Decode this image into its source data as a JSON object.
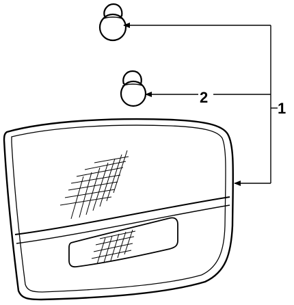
{
  "diagram": {
    "callouts": [
      {
        "id": "callout-1",
        "label": "1"
      },
      {
        "id": "callout-2",
        "label": "2"
      }
    ],
    "parts": [
      {
        "id": "upper-bulb",
        "icon": "bulb-icon"
      },
      {
        "id": "lower-bulb",
        "icon": "bulb-icon"
      },
      {
        "id": "lamp-housing",
        "icon": "lamp-housing-icon"
      }
    ]
  }
}
